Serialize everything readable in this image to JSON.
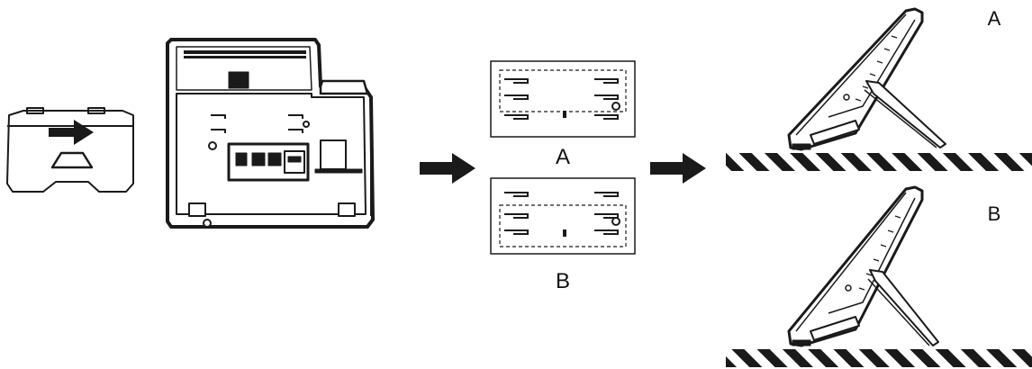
{
  "labels": {
    "slot_a": "A",
    "slot_b": "B",
    "angle_a": "A",
    "angle_b": "B"
  },
  "colors": {
    "ink": "#1a1a1a",
    "background": "#ffffff"
  }
}
